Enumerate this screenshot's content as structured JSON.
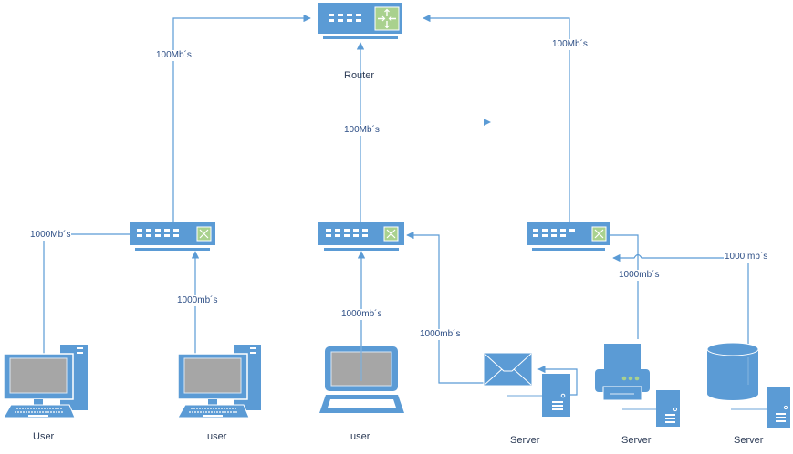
{
  "diagram": {
    "title": "Network topology",
    "colors": {
      "device": "#5b9bd5",
      "device_light": "#9dc3e6",
      "screen": "#a6a6a6",
      "switch_panel": "#a9d18e",
      "label_text": "#2e4f86"
    },
    "router": {
      "label": "Router",
      "icon": "router-icon"
    },
    "switches": [
      {
        "id": "switch-left",
        "icon": "switch-icon"
      },
      {
        "id": "switch-center",
        "icon": "switch-icon"
      },
      {
        "id": "switch-right",
        "icon": "switch-icon"
      }
    ],
    "links": {
      "router_switch_left": "100Mb´s",
      "router_switch_center": "100Mb´s",
      "router_switch_right": "100Mb´s",
      "switch_left_user1": "1000Mb´s",
      "switch_left_user2": "1000mb´s",
      "switch_center_user3": "1000mb´s",
      "switch_center_mail": "1000mb´s",
      "switch_right_print": "1000mb´s",
      "switch_right_db": "1000 mb´s"
    },
    "endpoints": [
      {
        "id": "user-1",
        "label": "User",
        "icon": "desktop-computer-icon"
      },
      {
        "id": "user-2",
        "label": "user",
        "icon": "desktop-computer-icon"
      },
      {
        "id": "user-3",
        "label": "user",
        "icon": "laptop-icon"
      },
      {
        "id": "mail-server",
        "label": "Server",
        "icon": "mail-icon"
      },
      {
        "id": "print-server",
        "label": "Server",
        "icon": "printer-icon"
      },
      {
        "id": "database-server",
        "label": "Server",
        "icon": "database-icon"
      }
    ]
  }
}
